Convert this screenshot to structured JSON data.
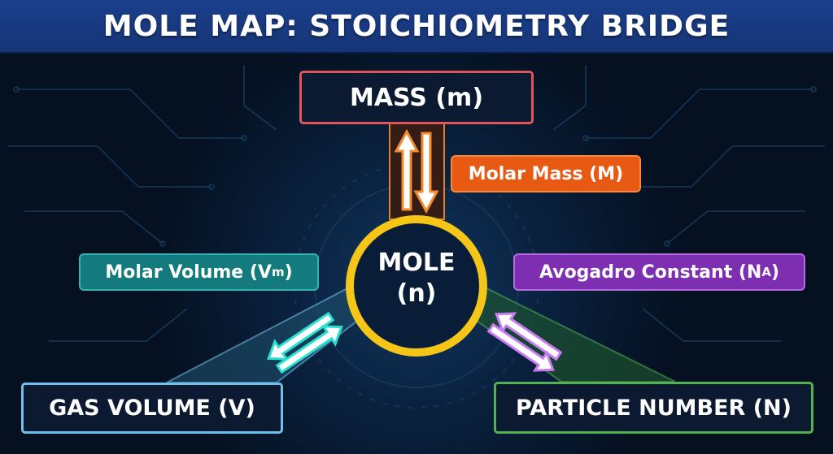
{
  "title": "MOLE MAP: STOICHIOMETRY BRIDGE",
  "nodes": {
    "center": {
      "line1": "MOLE",
      "line2": "(n)"
    },
    "mass": {
      "label": "MASS (m)"
    },
    "gas_volume": {
      "label": "GAS VOLUME (V)"
    },
    "particle_number": {
      "label": "PARTICLE NUMBER (N)"
    }
  },
  "conversions": {
    "molar_mass": {
      "label": "Molar Mass (M)"
    },
    "molar_volume": {
      "text": "Molar Volume (V",
      "subscript": "m",
      "close": ")"
    },
    "avogadro": {
      "text": "Avogadro Constant (N",
      "subscript": "A",
      "close": ")"
    }
  },
  "colors": {
    "background": "#061326",
    "title_bar": "#1c3f8c",
    "center_ring": "#f5c518",
    "mass": "#e0565f",
    "molar_mass": "#e85a14",
    "molar_mass_arrows": "#f28a2e",
    "gas": "#6fc0ea",
    "molar_volume": "#137b7d",
    "molar_volume_arrows": "#28e0d2",
    "particle": "#52b252",
    "avogadro": "#7e2eb0",
    "avogadro_arrows": "#c77df0"
  },
  "icons": [
    "double-arrow-icon",
    "sparkle-icon"
  ]
}
